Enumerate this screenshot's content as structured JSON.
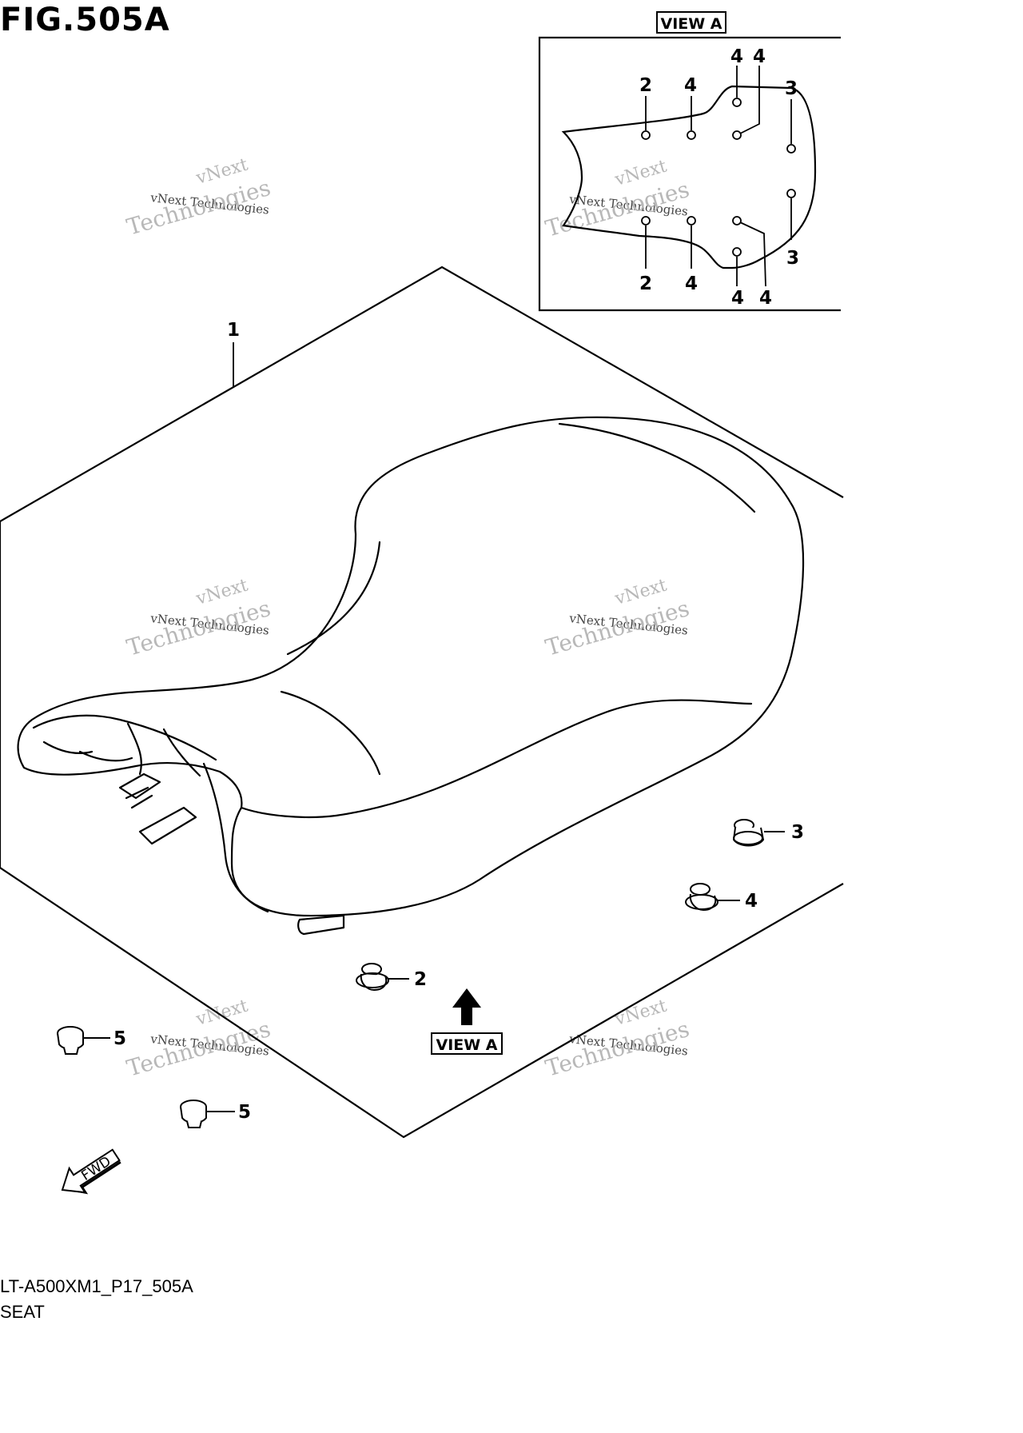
{
  "figure": {
    "title": "FIG.505A",
    "code": "LT-A500XM1_P17_505A",
    "name": "SEAT"
  },
  "view_label": "VIEW A",
  "direction_label": "FWD",
  "watermark": {
    "line1": "vNext",
    "line2": "vNext Technologies",
    "line3": "Technologies"
  },
  "callouts": {
    "c1": "1",
    "c2": "2",
    "c3": "3",
    "c4": "4",
    "c5": "5"
  }
}
